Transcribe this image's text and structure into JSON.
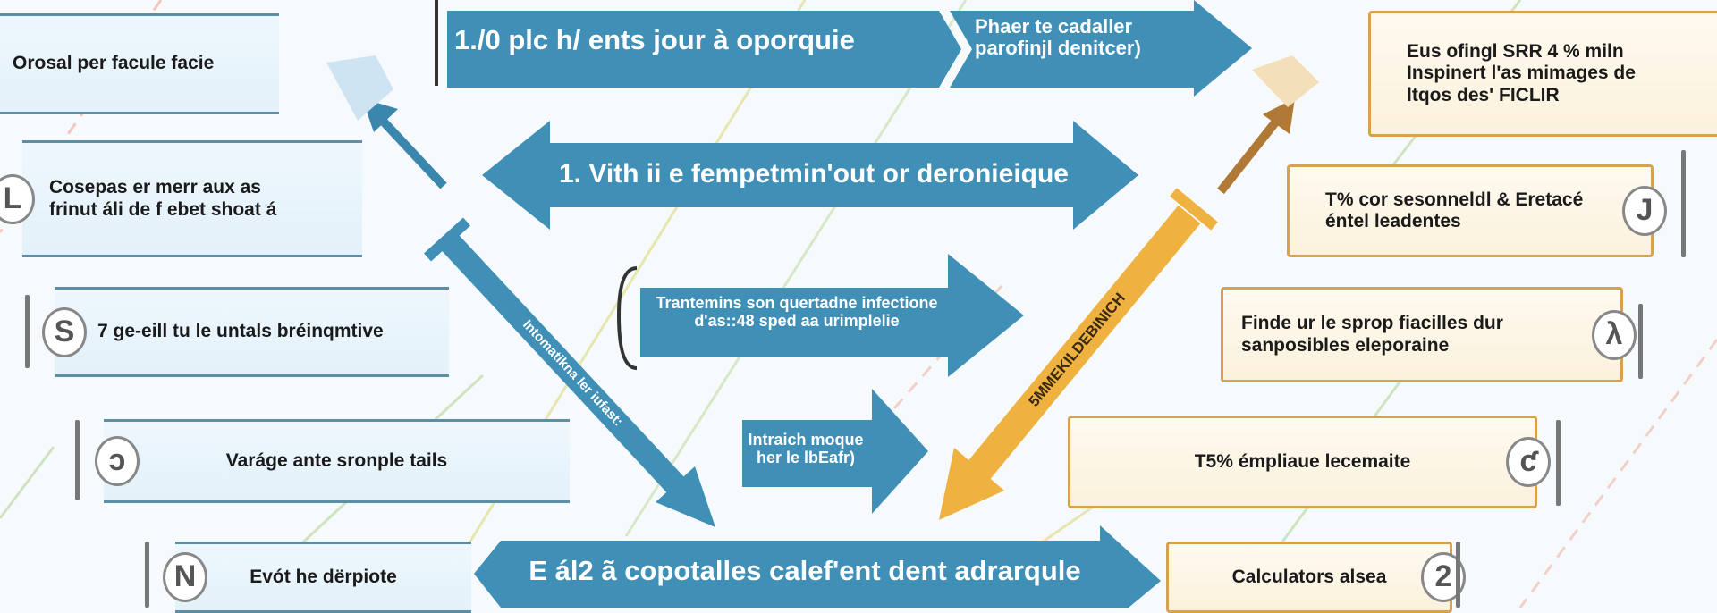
{
  "colors": {
    "blue": "#3f8fb6",
    "orange": "#efb13f",
    "brown": "#b07a36",
    "light_box": "#e8f4fb",
    "cream_box": "#fcf4e2"
  },
  "arrows": {
    "top_left": "1./0 plc h/ ents jour à oporquie",
    "top_right": [
      "Phaer te cadaller",
      "parofinjl denitcer)"
    ],
    "middle_double": "1. Vith ii e fempetmin'out or deronieique",
    "center_upper": [
      "Trantemins son quertadne infectione",
      "d'as::48 sped aa urimplelie"
    ],
    "center_lower": [
      "Intraich moque",
      "her le lbEafr)"
    ],
    "bottom": "E ál2 ã copotalles calef'ent dent adrarqule",
    "blue_diagonal": "Intomatikna ler iufast:",
    "orange_diagonal": "5MMEKILDEBINICH"
  },
  "left_boxes": [
    {
      "text": [
        "Orosal per facule facie"
      ],
      "badge": ""
    },
    {
      "text": [
        "Cosepas er merr aux as",
        "frinut áli de f ebet shoat á"
      ],
      "badge": "L"
    },
    {
      "text": [
        "7 ge-eill tu le untals bréinqmtive"
      ],
      "badge": "S"
    },
    {
      "text": [
        "Varáge ante sronple tails"
      ],
      "badge": "ↄ"
    },
    {
      "text": [
        "Evót he dërpiote"
      ],
      "badge": "N"
    }
  ],
  "right_boxes": [
    {
      "text": [
        "Eus ofingl SRR 4 % miln",
        "Inspinert l'as mimages de",
        "ltqos des' FICLIR"
      ],
      "badge": ""
    },
    {
      "text": [
        "T% cor sesonneldl & Eretacé",
        "éntel leadentes"
      ],
      "badge": "J"
    },
    {
      "text": [
        "Finde ur le sprop fiacilles dur",
        "sanposibles eleporaine"
      ],
      "badge": "λ"
    },
    {
      "text": [
        "T5% émpliaue lecemaite"
      ],
      "badge": "ƈ"
    },
    {
      "text": [
        "Calculators alsea"
      ],
      "badge": "2"
    }
  ]
}
